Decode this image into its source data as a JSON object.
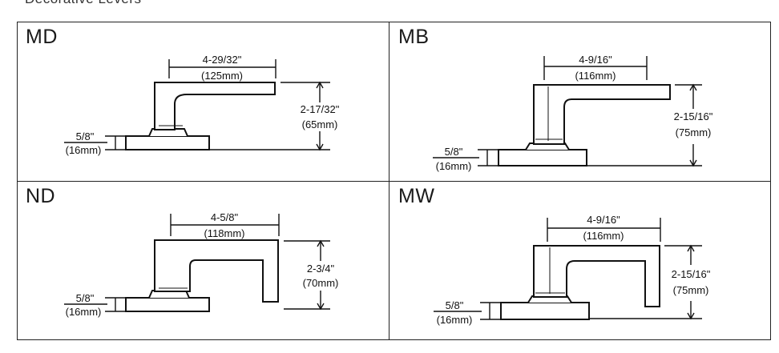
{
  "header": {
    "title": "Decorative Levers"
  },
  "panels": {
    "md": {
      "code": "MD",
      "width_in": "4-29/32\"",
      "width_mm": "(125mm)",
      "height_in": "2-17/32\"",
      "height_mm": "(65mm)",
      "rose_in": "5/8\"",
      "rose_mm": "(16mm)"
    },
    "mb": {
      "code": "MB",
      "width_in": "4-9/16\"",
      "width_mm": "(116mm)",
      "height_in": "2-15/16\"",
      "height_mm": "(75mm)",
      "rose_in": "5/8\"",
      "rose_mm": "(16mm)"
    },
    "nd": {
      "code": "ND",
      "width_in": "4-5/8\"",
      "width_mm": "(118mm)",
      "height_in": "2-3/4\"",
      "height_mm": "(70mm)",
      "rose_in": "5/8\"",
      "rose_mm": "(16mm)"
    },
    "mw": {
      "code": "MW",
      "width_in": "4-9/16\"",
      "width_mm": "(116mm)",
      "height_in": "2-15/16\"",
      "height_mm": "(75mm)",
      "rose_in": "5/8\"",
      "rose_mm": "(16mm)"
    }
  }
}
